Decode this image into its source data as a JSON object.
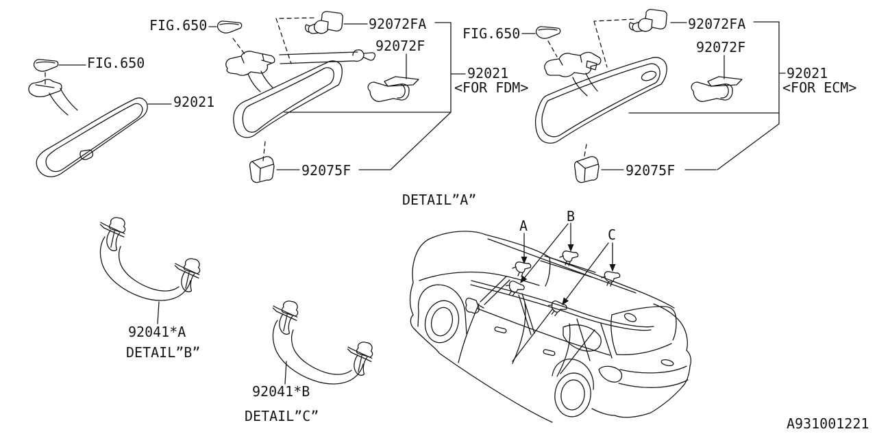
{
  "page": {
    "bg": "#ffffff",
    "ink": "#141414"
  },
  "doc_number": "A931001221",
  "mirror_plain": {
    "fig_ref": "FIG.650",
    "part": "92021"
  },
  "mirror_fdm": {
    "fig_ref": "FIG.650",
    "clip": "92072FA",
    "cover": "92072F",
    "part": "92021",
    "variant": "<FOR FDM>",
    "bracket": "92075F",
    "detail": "DETAIL”A”"
  },
  "mirror_ecm": {
    "fig_ref": "FIG.650",
    "clip": "92072FA",
    "cover": "92072F",
    "part": "92021",
    "variant": "<FOR ECM>",
    "bracket": "92075F"
  },
  "handle_front": {
    "part": "92041*A",
    "detail": "DETAIL”B”"
  },
  "handle_rear": {
    "part": "92041*B",
    "detail": "DETAIL”C”"
  },
  "vehicle_callouts": {
    "a": "A",
    "b": "B",
    "c": "C"
  }
}
